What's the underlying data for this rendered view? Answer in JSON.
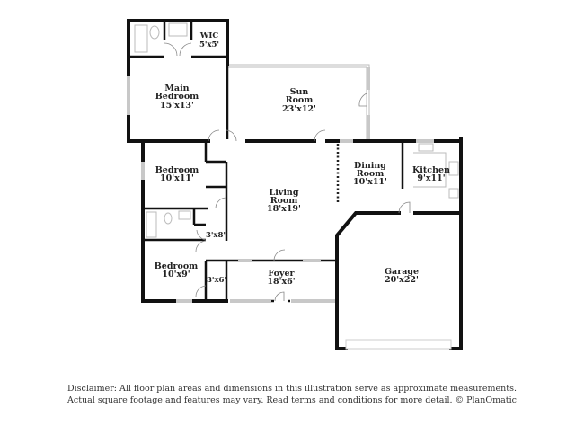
{
  "rooms": {
    "wic": {
      "name": "WIC",
      "dim": "5'x5'"
    },
    "main_bedroom": {
      "name1": "Main",
      "name2": "Bedroom",
      "dim": "15'x13'"
    },
    "sun_room": {
      "name1": "Sun",
      "name2": "Room",
      "dim": "23'x12'"
    },
    "bedroom_1": {
      "name": "Bedroom",
      "dim": "10'x11'"
    },
    "living_room": {
      "name1": "Living",
      "name2": "Room",
      "dim": "18'x19'"
    },
    "dining_room": {
      "name1": "Dining",
      "name2": "Room",
      "dim": "10'x11'"
    },
    "kitchen": {
      "name": "Kitchen",
      "dim": "9'x11'"
    },
    "hall_closet_1": {
      "dim": "3'x8'"
    },
    "bedroom_2": {
      "name": "Bedroom",
      "dim": "10'x9'"
    },
    "hall_closet_2": {
      "dim": "3'x6'"
    },
    "foyer": {
      "name": "Foyer",
      "dim": "18'x6'"
    },
    "garage": {
      "name": "Garage",
      "dim": "20'x22'"
    }
  },
  "disclaimer": {
    "line1": "Disclaimer: All floor plan areas and dimensions in this illustration serve as approximate measurements.",
    "line2": "Actual square footage and features may vary. Read terms and conditions for more detail. © PlanOmatic"
  }
}
